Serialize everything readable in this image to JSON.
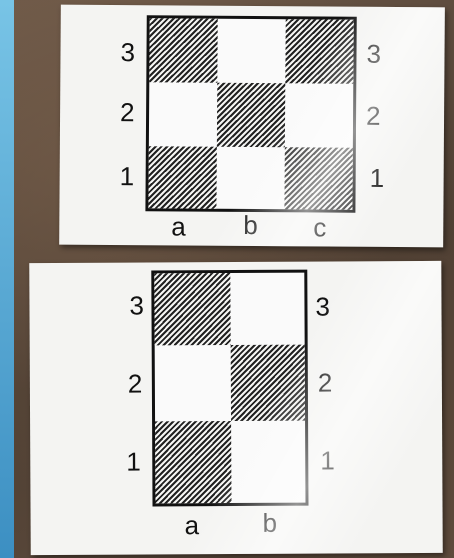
{
  "top_diagram": {
    "rank_labels_left": [
      "3",
      "2",
      "1"
    ],
    "rank_labels_right": [
      "3",
      "2",
      "1"
    ],
    "file_labels": [
      "a",
      "b",
      "c"
    ]
  },
  "bottom_diagram": {
    "rank_labels_left": [
      "3",
      "2",
      "1"
    ],
    "rank_labels_right": [
      "3",
      "2",
      "1"
    ],
    "file_labels": [
      "a",
      "b"
    ]
  },
  "colors": {
    "square_dark": "#222222",
    "paper": "#f4f4f2",
    "board_border": "#111111"
  }
}
